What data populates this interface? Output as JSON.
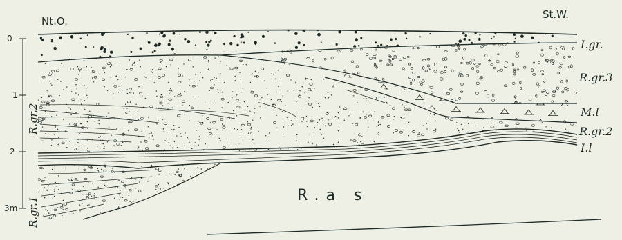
{
  "header": {
    "left_label": "Nt.O.",
    "right_label": "St.W."
  },
  "depth_scale": {
    "ticks": [
      "0",
      "1",
      "2",
      "3m"
    ]
  },
  "side_labels": {
    "upper": "R.gr.2",
    "lower": "R.gr.1"
  },
  "layer_labels": [
    {
      "id": "i-gr",
      "text": "I.gr."
    },
    {
      "id": "r-gr3",
      "text": "R.gr.3"
    },
    {
      "id": "m-l",
      "text": "M.l"
    },
    {
      "id": "r-gr2",
      "text": "R.gr.2"
    },
    {
      "id": "i-l",
      "text": "I.l"
    }
  ],
  "center_label": "R.a s",
  "colors": {
    "paper": "#eef0e6",
    "ink": "#1e2a26"
  }
}
